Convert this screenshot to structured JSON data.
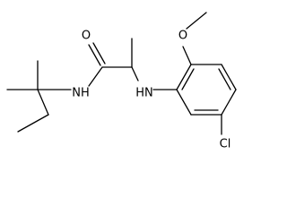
{
  "molecule": {
    "atoms": {
      "carbonyl_oxygen": "O",
      "amide_nh": "NH",
      "amine_hn": "HN",
      "methoxy_oxygen": "O",
      "chlorine": "Cl"
    }
  }
}
